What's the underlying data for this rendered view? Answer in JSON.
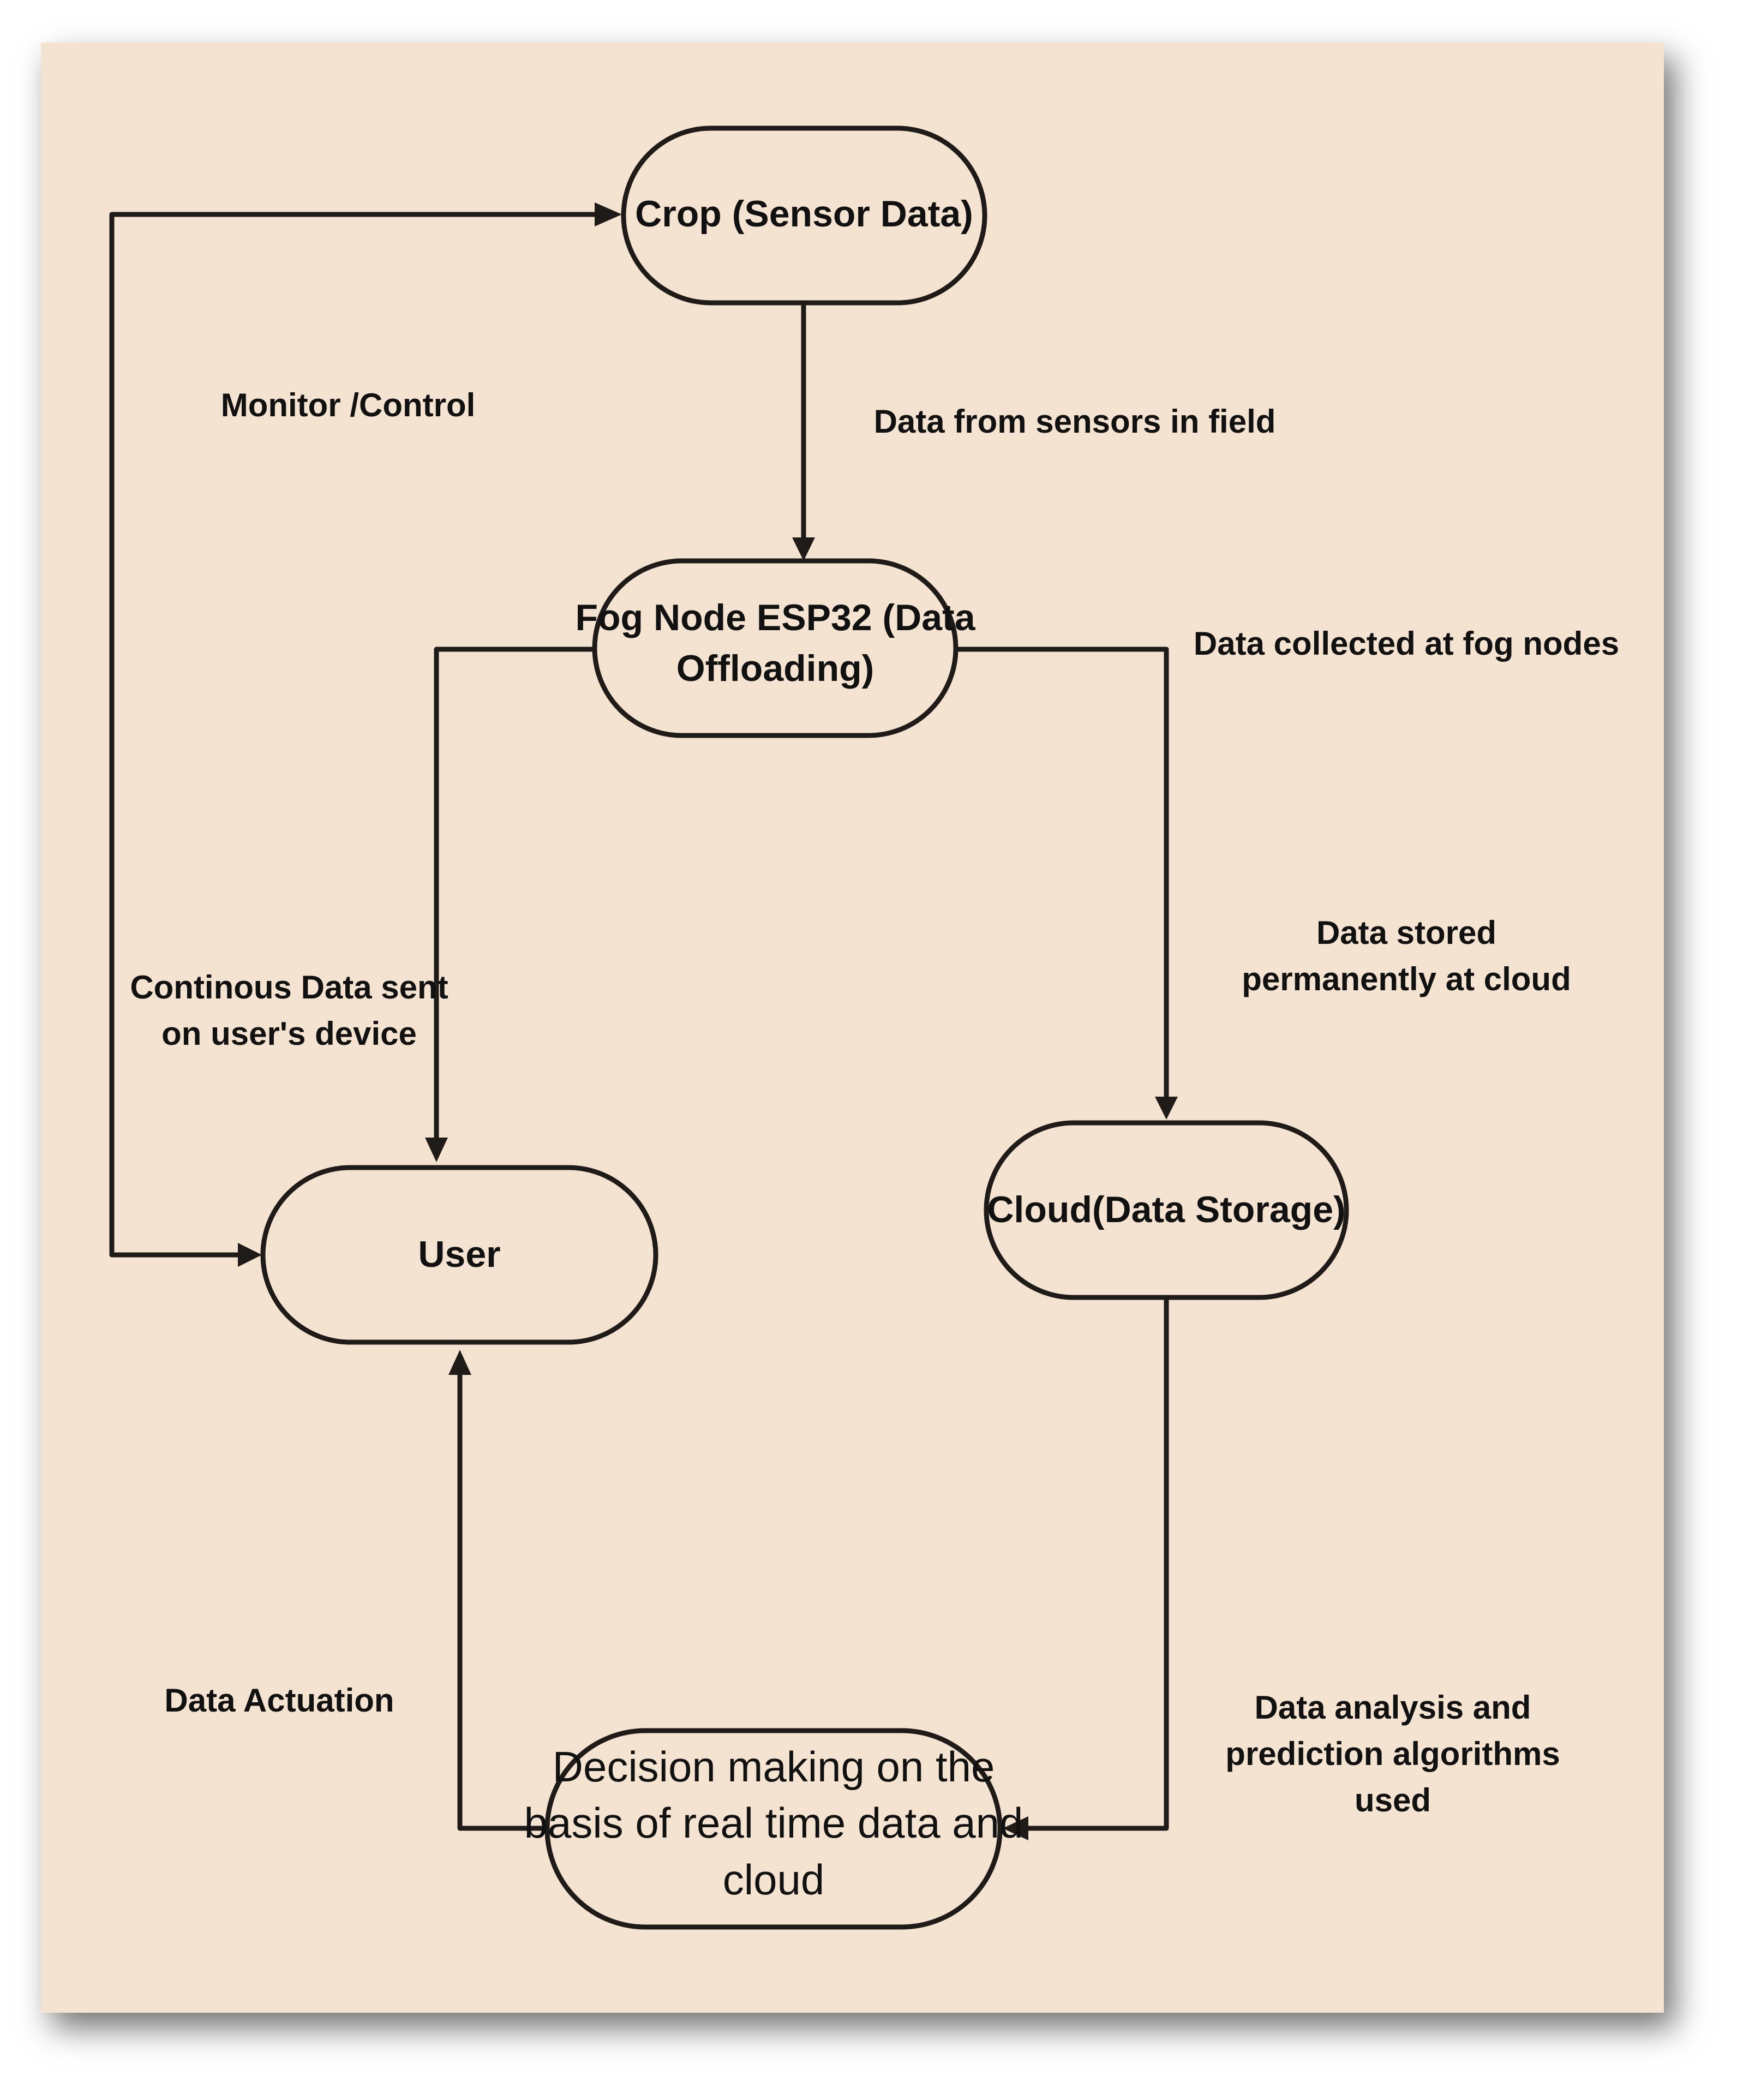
{
  "diagram": {
    "nodes": {
      "crop": {
        "label": "Crop (Sensor Data)"
      },
      "fog": {
        "label_lines": [
          "Fog Node ESP32 (Data",
          "Offloading)"
        ]
      },
      "user": {
        "label": "User"
      },
      "cloud": {
        "label": "Cloud(Data Storage)"
      },
      "decision": {
        "label_lines": [
          "Decision making on the",
          "basis of real  time data and",
          "cloud"
        ]
      }
    },
    "edges": {
      "monitor_control": {
        "label": "Monitor /Control"
      },
      "sensor_data": {
        "label": "Data from sensors in field"
      },
      "fog_collected": {
        "label": "Data collected at fog nodes"
      },
      "stored": {
        "label_lines": [
          "Data stored",
          "permanently at cloud"
        ]
      },
      "continuous": {
        "label_lines": [
          "Continous Data sent",
          "on user's device"
        ]
      },
      "actuation": {
        "label": "Data Actuation"
      },
      "analysis": {
        "label_lines": [
          "Data analysis and",
          "prediction algorithms",
          "used"
        ]
      }
    }
  }
}
